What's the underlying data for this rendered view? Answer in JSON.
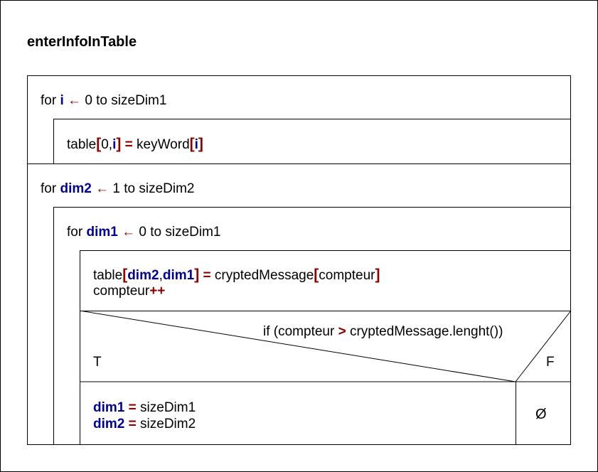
{
  "title": "enterInfoInTable",
  "loop1": {
    "kw": "for",
    "var": "i",
    "arrow": "←",
    "range": "0 to sizeDim1"
  },
  "stmt1": {
    "a": "table",
    "lb": "[",
    "idx0": "0,",
    "idx1": "i",
    "rb": "]",
    "eq": "=",
    "b": "keyWord",
    "lb2": "[",
    "idx2": "i",
    "rb2": "]"
  },
  "loop2": {
    "kw": "for",
    "var": "dim2",
    "arrow": "←",
    "range": "1 to sizeDim2"
  },
  "loop3": {
    "kw": "for",
    "var": "dim1",
    "arrow": "←",
    "range": "0 to sizeDim1"
  },
  "stmt2": {
    "a": "table",
    "lb": "[",
    "v1": "dim2",
    "comma": ",",
    "v2": "dim1",
    "rb": "]",
    "eq": "=",
    "b": "cryptedMessage",
    "lb2": "[",
    "idx": "compteur",
    "rb2": "]"
  },
  "stmt3": {
    "a": "compteur",
    "op": "++"
  },
  "cond": {
    "pre": "if (compteur",
    "op": ">",
    "post": "cryptedMessage.lenght())",
    "true_label": "T",
    "false_label": "F"
  },
  "branch_true": {
    "line1": {
      "v": "dim1",
      "eq": "=",
      "val": "sizeDim1"
    },
    "line2": {
      "v": "dim2",
      "eq": "=",
      "val": "sizeDim2"
    }
  },
  "branch_false": {
    "symbol": "Ø"
  }
}
